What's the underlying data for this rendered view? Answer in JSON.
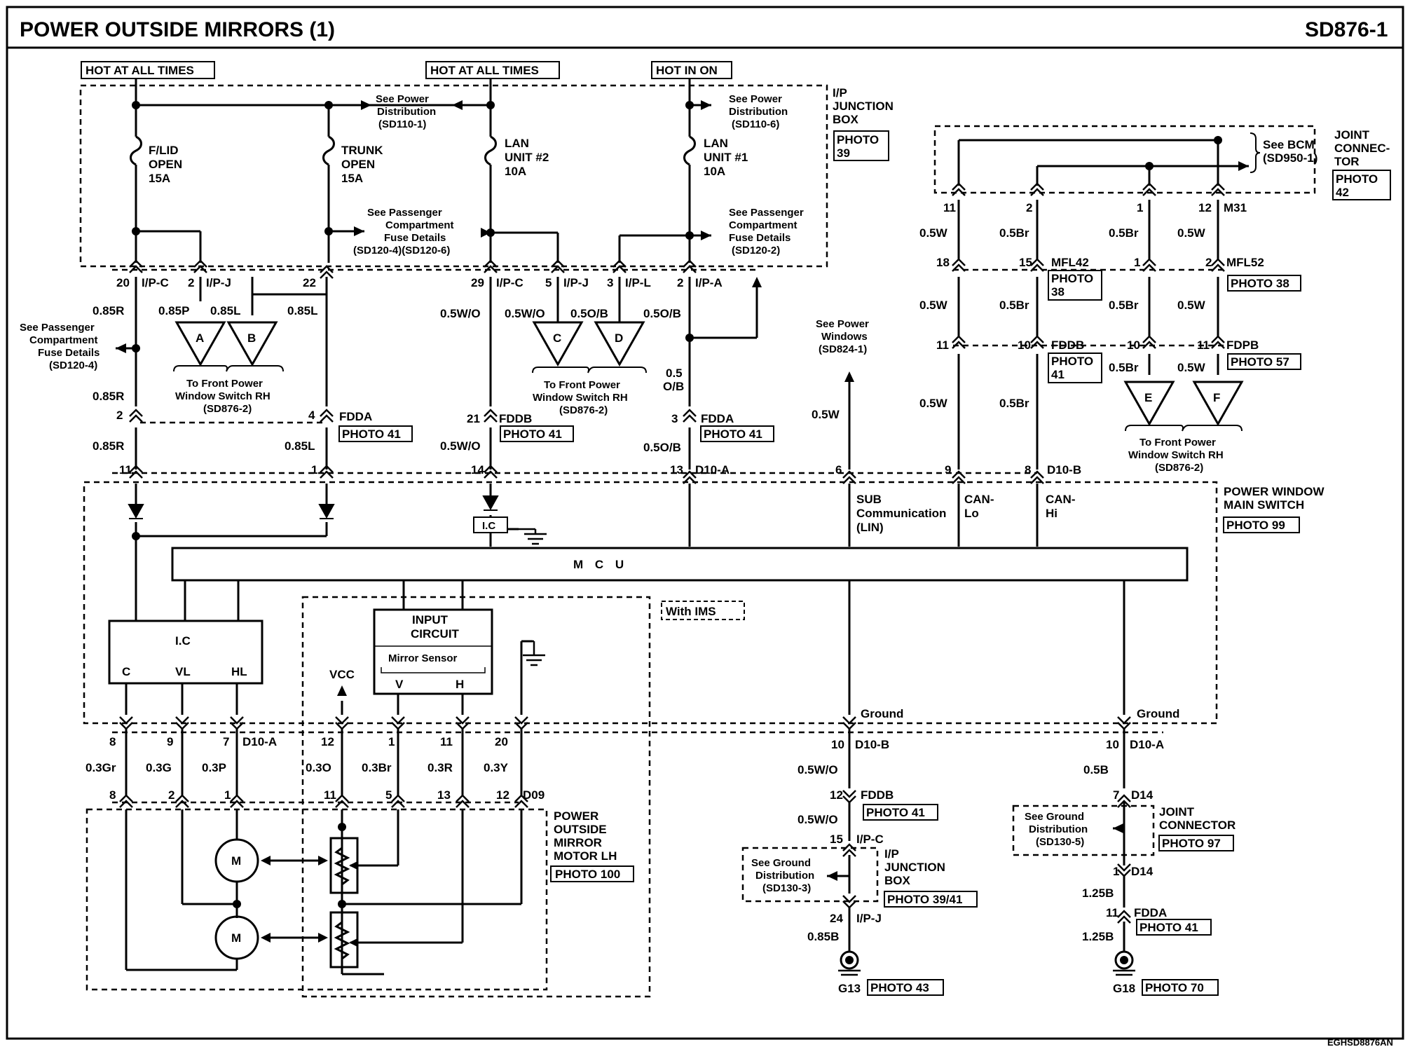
{
  "header": {
    "title": "POWER OUTSIDE MIRRORS (1)",
    "code": "SD876-1"
  },
  "footer": {
    "id": "EGHSD8876AN"
  },
  "supplies": {
    "hot_all_1": "HOT AT ALL TIMES",
    "hot_all_2": "HOT AT ALL TIMES",
    "hot_on": "HOT IN ON"
  },
  "fuses": {
    "flid": [
      "F/LID",
      "OPEN",
      "15A"
    ],
    "trunk": [
      "TRUNK",
      "OPEN",
      "15A"
    ],
    "lan2": [
      "LAN",
      "UNIT #2",
      "10A"
    ],
    "lan1": [
      "LAN",
      "UNIT #1",
      "10A"
    ]
  },
  "refs": {
    "pd1": [
      "See Power",
      "Distribution",
      "(SD110-1)"
    ],
    "pd6": [
      "See Power",
      "Distribution",
      "(SD110-6)"
    ],
    "pcf46": [
      "See Passenger",
      "Compartment",
      "Fuse Details",
      "(SD120-4)(SD120-6)"
    ],
    "pcf2": [
      "See Passenger",
      "Compartment",
      "Fuse Details",
      "(SD120-2)"
    ],
    "pcf4": [
      "See Passenger",
      "Compartment",
      "Fuse Details",
      "(SD120-4)"
    ],
    "pw": [
      "See Power",
      "Windows",
      "(SD824-1)"
    ],
    "bcm": [
      "See BCM",
      "(SD950-1)"
    ],
    "fpw_ab": [
      "To Front Power",
      "Window Switch RH",
      "(SD876-2)"
    ],
    "fpw_cd": [
      "To Front Power",
      "Window Switch RH",
      "(SD876-2)"
    ],
    "fpw_ef": [
      "To Front Power",
      "Window Switch RH",
      "(SD876-2)"
    ],
    "gd3": [
      "See Ground",
      "Distribution",
      "(SD130-3)"
    ],
    "gd5": [
      "See Ground",
      "Distribution",
      "(SD130-5)"
    ]
  },
  "components": {
    "ipjb": [
      "I/P",
      "JUNCTION",
      "BOX"
    ],
    "ipjb_photo": [
      "PHOTO",
      "39"
    ],
    "jc_top": [
      "JOINT",
      "CONNEC-",
      "TOR"
    ],
    "jc_top_photo": [
      "PHOTO",
      "42"
    ],
    "pwms": [
      "POWER WINDOW",
      "MAIN SWITCH"
    ],
    "pwms_photo": "PHOTO 99",
    "mcu": "M C U",
    "ic_small": "I.C",
    "ic_box": "I.C",
    "ic_pins": [
      "C",
      "VL",
      "HL"
    ],
    "input_circuit": [
      "INPUT",
      "CIRCUIT"
    ],
    "mirror_sensor": "Mirror Sensor",
    "sensor_pins": [
      "V",
      "H"
    ],
    "vcc": "VCC",
    "with_ims": "With IMS",
    "motor": "M",
    "mirror_motor": [
      "POWER",
      "OUTSIDE",
      "MIRROR",
      "MOTOR LH"
    ],
    "mirror_photo": "PHOTO 100",
    "sub_comm": [
      "SUB",
      "Communication",
      "(LIN)"
    ],
    "can_lo": [
      "CAN-",
      "Lo"
    ],
    "can_hi": [
      "CAN-",
      "Hi"
    ],
    "ground": "Ground",
    "ipjb_bottom": [
      "I/P",
      "JUNCTION",
      "BOX"
    ],
    "ipjb_bottom_photo": "PHOTO 39/41",
    "jc_bottom": [
      "JOINT",
      "CONNECTOR"
    ],
    "jc_bottom_photo": "PHOTO 97",
    "g13": "G13",
    "g13_photo": "PHOTO 43",
    "g18": "G18",
    "g18_photo": "PHOTO 70"
  },
  "connector_photos": {
    "fdda_left": "PHOTO 41",
    "fddb": "PHOTO 41",
    "fdda_mid": "PHOTO 41",
    "mfl42": [
      "PHOTO",
      "38"
    ],
    "mfl52": "PHOTO 38",
    "fddb_right": [
      "PHOTO",
      "41"
    ],
    "fdpb": "PHOTO 57",
    "fddb_bottom": "PHOTO 41",
    "fdda_bottom": "PHOTO 41"
  },
  "connectors": {
    "ipc": "I/P-C",
    "ipj": "I/P-J",
    "ipc2": "I/P-C",
    "ipj2": "I/P-J",
    "ipl": "I/P-L",
    "ipa": "I/P-A",
    "fdda1": "FDDA",
    "fddb1": "FDDB",
    "fdda2": "FDDA",
    "d10a1": "D10-A",
    "d10b1": "D10-B",
    "d10a2": "D10-A",
    "d09": "D09",
    "m31": "M31",
    "mfl42": "MFL42",
    "mfl52": "MFL52",
    "fddb2": "FDDB",
    "fdpb": "FDPB",
    "d10b2": "D10-B",
    "fddb3": "FDDB",
    "ipc3": "I/P-C",
    "ipj3": "I/P-J",
    "d10a3": "D10-A",
    "d14a": "D14",
    "d14b": "D14",
    "fdda3": "FDDA"
  },
  "terminals": {
    "t20": "20",
    "t2a": "2",
    "t22": "22",
    "t29": "29",
    "t5": "5",
    "t3": "3",
    "t2b": "2",
    "t2c": "2",
    "t4": "4",
    "t21": "21",
    "t3b": "3",
    "t11a": "11",
    "t1a": "1",
    "t14": "14",
    "t13": "13",
    "t6": "6",
    "t9": "9",
    "t8": "8",
    "jt11": "11",
    "jt2": "2",
    "jt1": "1",
    "jt12": "12",
    "r18": "18",
    "r15": "15",
    "r1": "1",
    "r2": "2",
    "r11": "11",
    "r10a": "10",
    "r10b": "10",
    "r11b": "11",
    "m8": "8",
    "m9": "9",
    "m7": "7",
    "m12": "12",
    "m1": "1",
    "m11": "11",
    "m20": "20",
    "n8": "8",
    "n2": "2",
    "n1": "1",
    "n11": "11",
    "n5": "5",
    "n13": "13",
    "n12": "12",
    "g10a": "10",
    "g12": "12",
    "g15": "15",
    "g24": "24",
    "g10b": "10",
    "g7": "7",
    "g1": "1",
    "g11": "11"
  },
  "wires": {
    "w085r_a": "0.85R",
    "w085p": "0.85P",
    "w085l_a": "0.85L",
    "w085l_b": "0.85L",
    "w085r_b": "0.85R",
    "w085r_c": "0.85R",
    "w085l_c": "0.85L",
    "w05wo_a": "0.5W/O",
    "w05wo_b": "0.5W/O",
    "w05ob_a": "0.5O/B",
    "w05ob_b": "0.5O/B",
    "w05_ob": [
      "0.5",
      "O/B"
    ],
    "w05wo_c": "0.5W/O",
    "w05ob_c": "0.5O/B",
    "w05w_pw": "0.5W",
    "c05w_1": "0.5W",
    "c05br_1": "0.5Br",
    "c05br_2": "0.5Br",
    "c05w_2": "0.5W",
    "c05w_3": "0.5W",
    "c05br_3": "0.5Br",
    "c05br_4": "0.5Br",
    "c05w_4": "0.5W",
    "c05w_5": "0.5W",
    "c05br_5": "0.5Br",
    "c05br_6": "0.5Br",
    "c05w_6": "0.5W",
    "m03gr": "0.3Gr",
    "m03g": "0.3G",
    "m03p": "0.3P",
    "m03o": "0.3O",
    "m03br": "0.3Br",
    "m03r": "0.3R",
    "m03y": "0.3Y",
    "g05wo_a": "0.5W/O",
    "g05wo_b": "0.5W/O",
    "g085b": "0.85B",
    "g05b": "0.5B",
    "g125b_a": "1.25B",
    "g125b_b": "1.25B"
  },
  "triangles": [
    "A",
    "B",
    "C",
    "D",
    "E",
    "F"
  ]
}
